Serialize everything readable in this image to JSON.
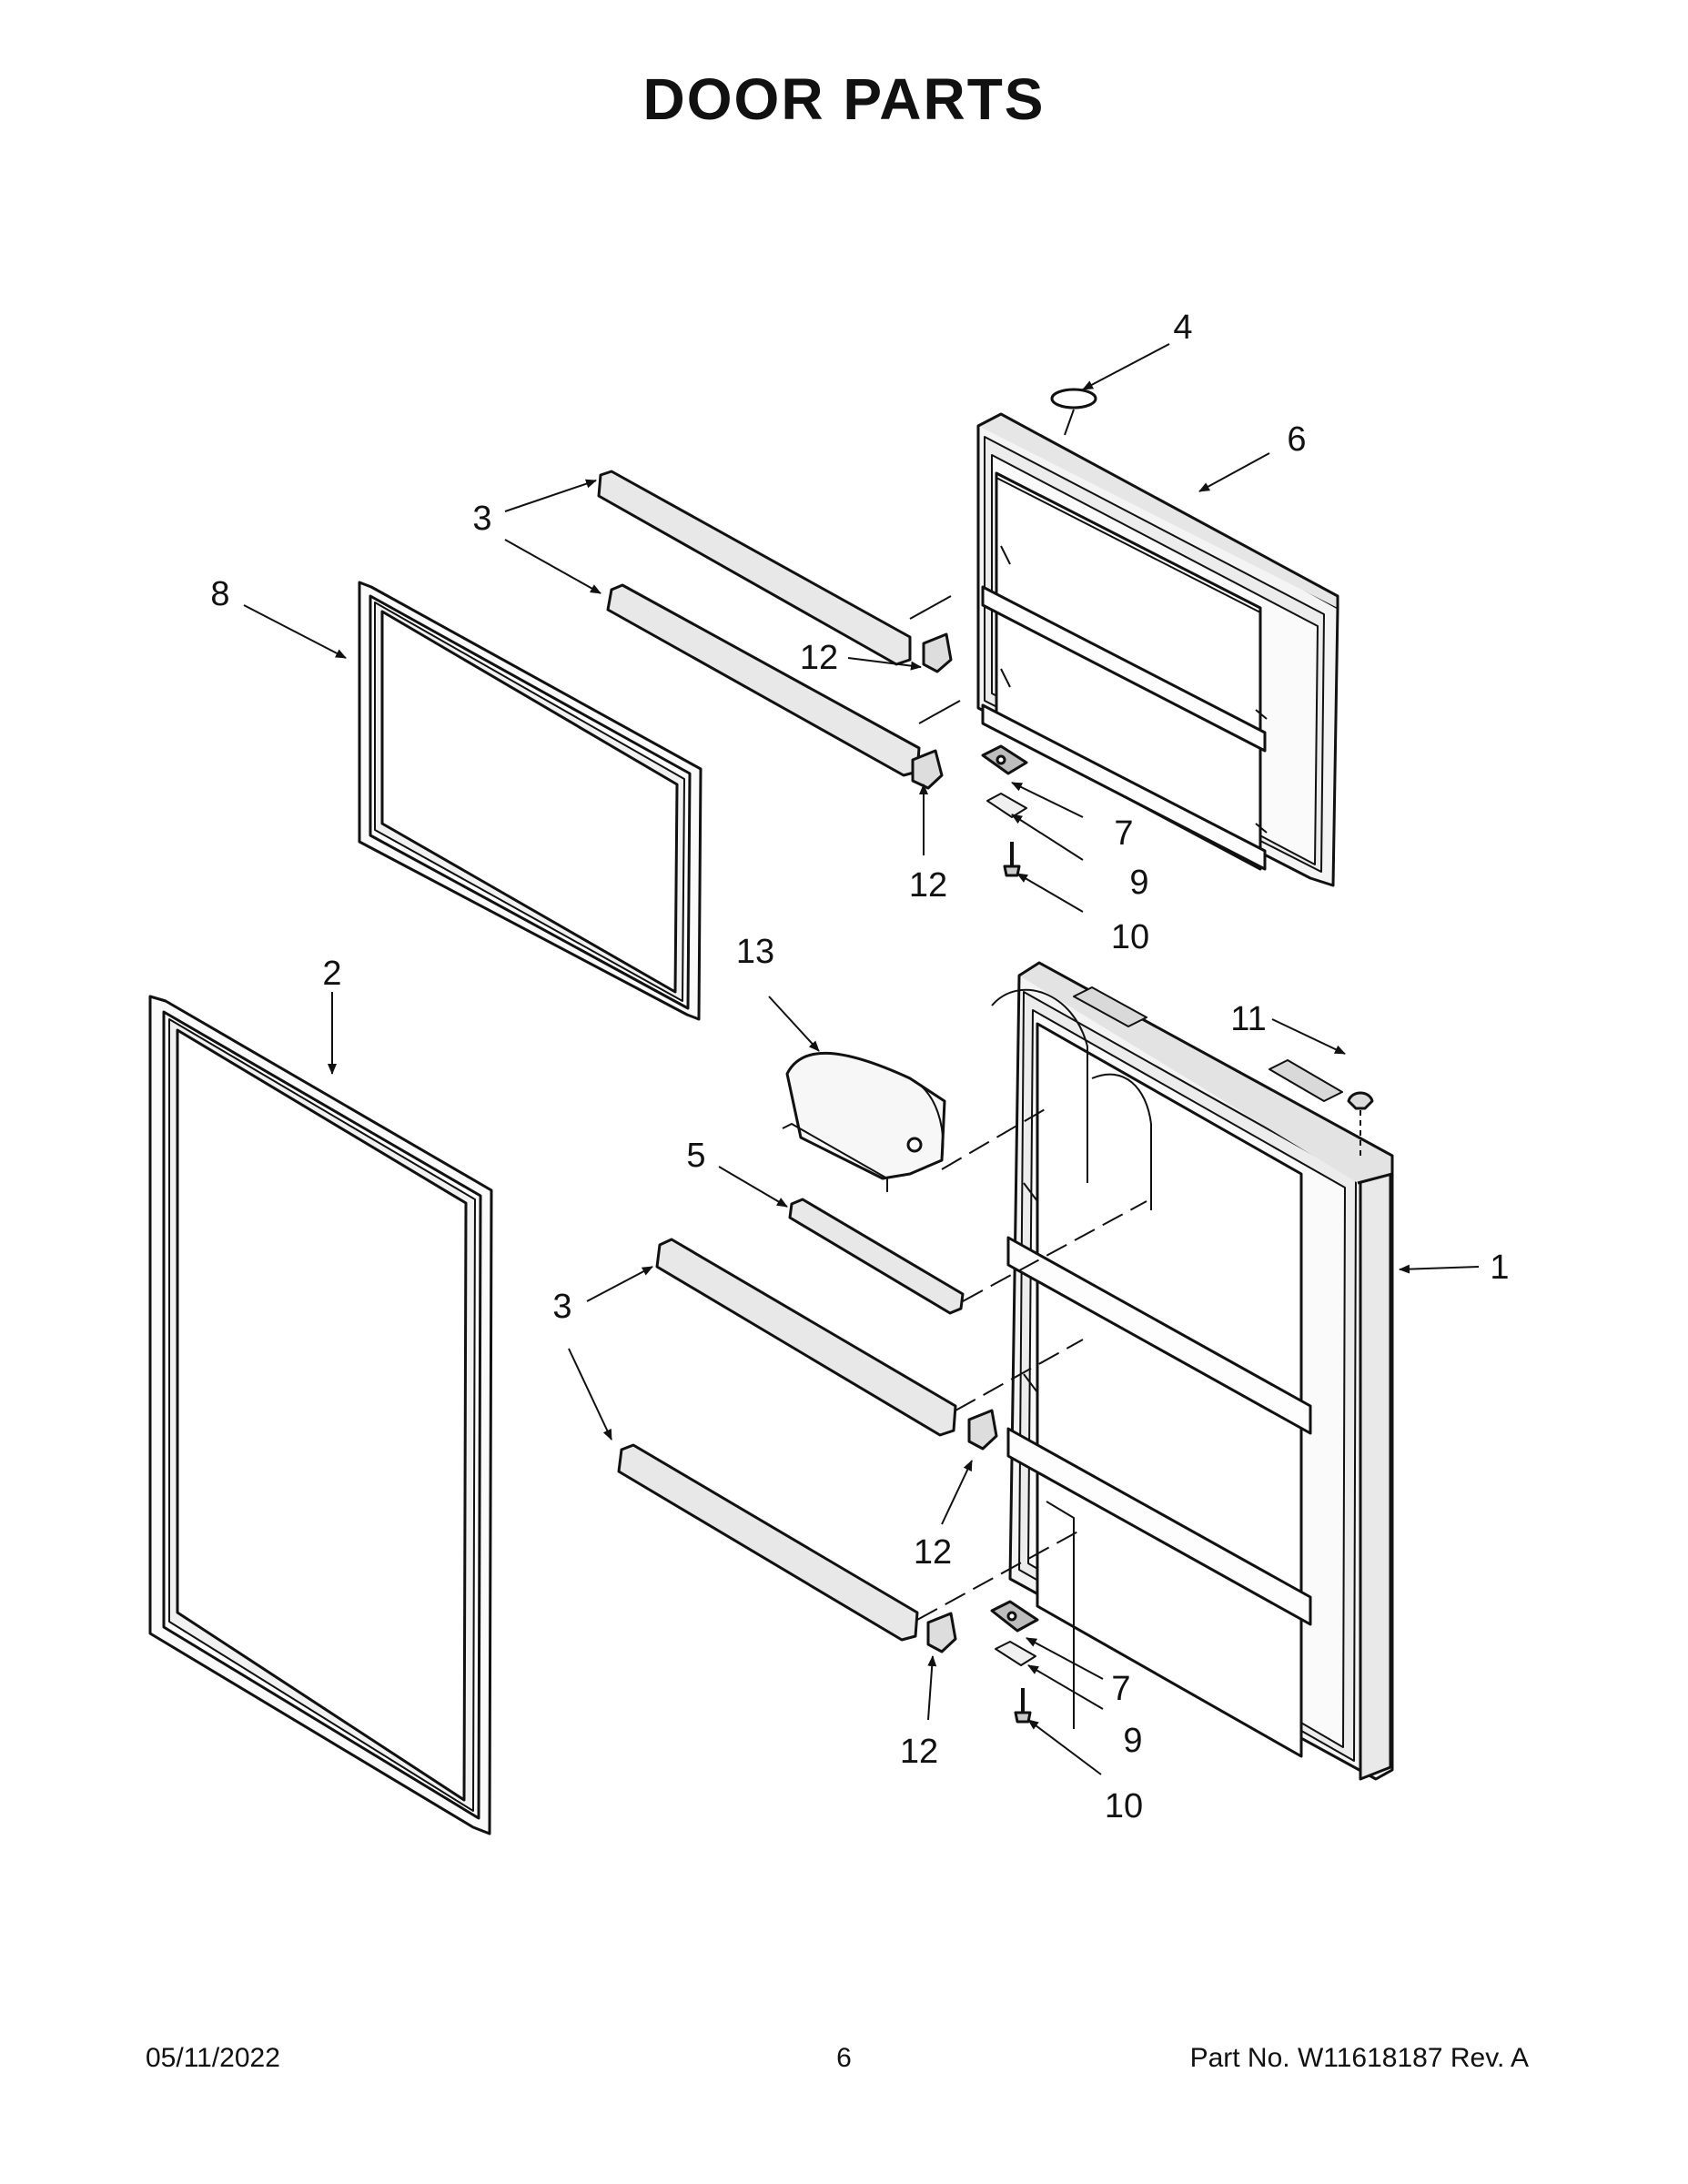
{
  "title": "DOOR PARTS",
  "callouts": {
    "c1": "1",
    "c2": "2",
    "c3a": "3",
    "c3b": "3",
    "c4": "4",
    "c5": "5",
    "c6": "6",
    "c7a": "7",
    "c7b": "7",
    "c8": "8",
    "c9a": "9",
    "c9b": "9",
    "c10a": "10",
    "c10b": "10",
    "c11": "11",
    "c12a": "12",
    "c12b": "12",
    "c12c": "12",
    "c12d": "12",
    "c13": "13"
  },
  "footer": {
    "date": "05/11/2022",
    "page": "6",
    "part": "Part No.  W11618187  Rev.  A"
  }
}
